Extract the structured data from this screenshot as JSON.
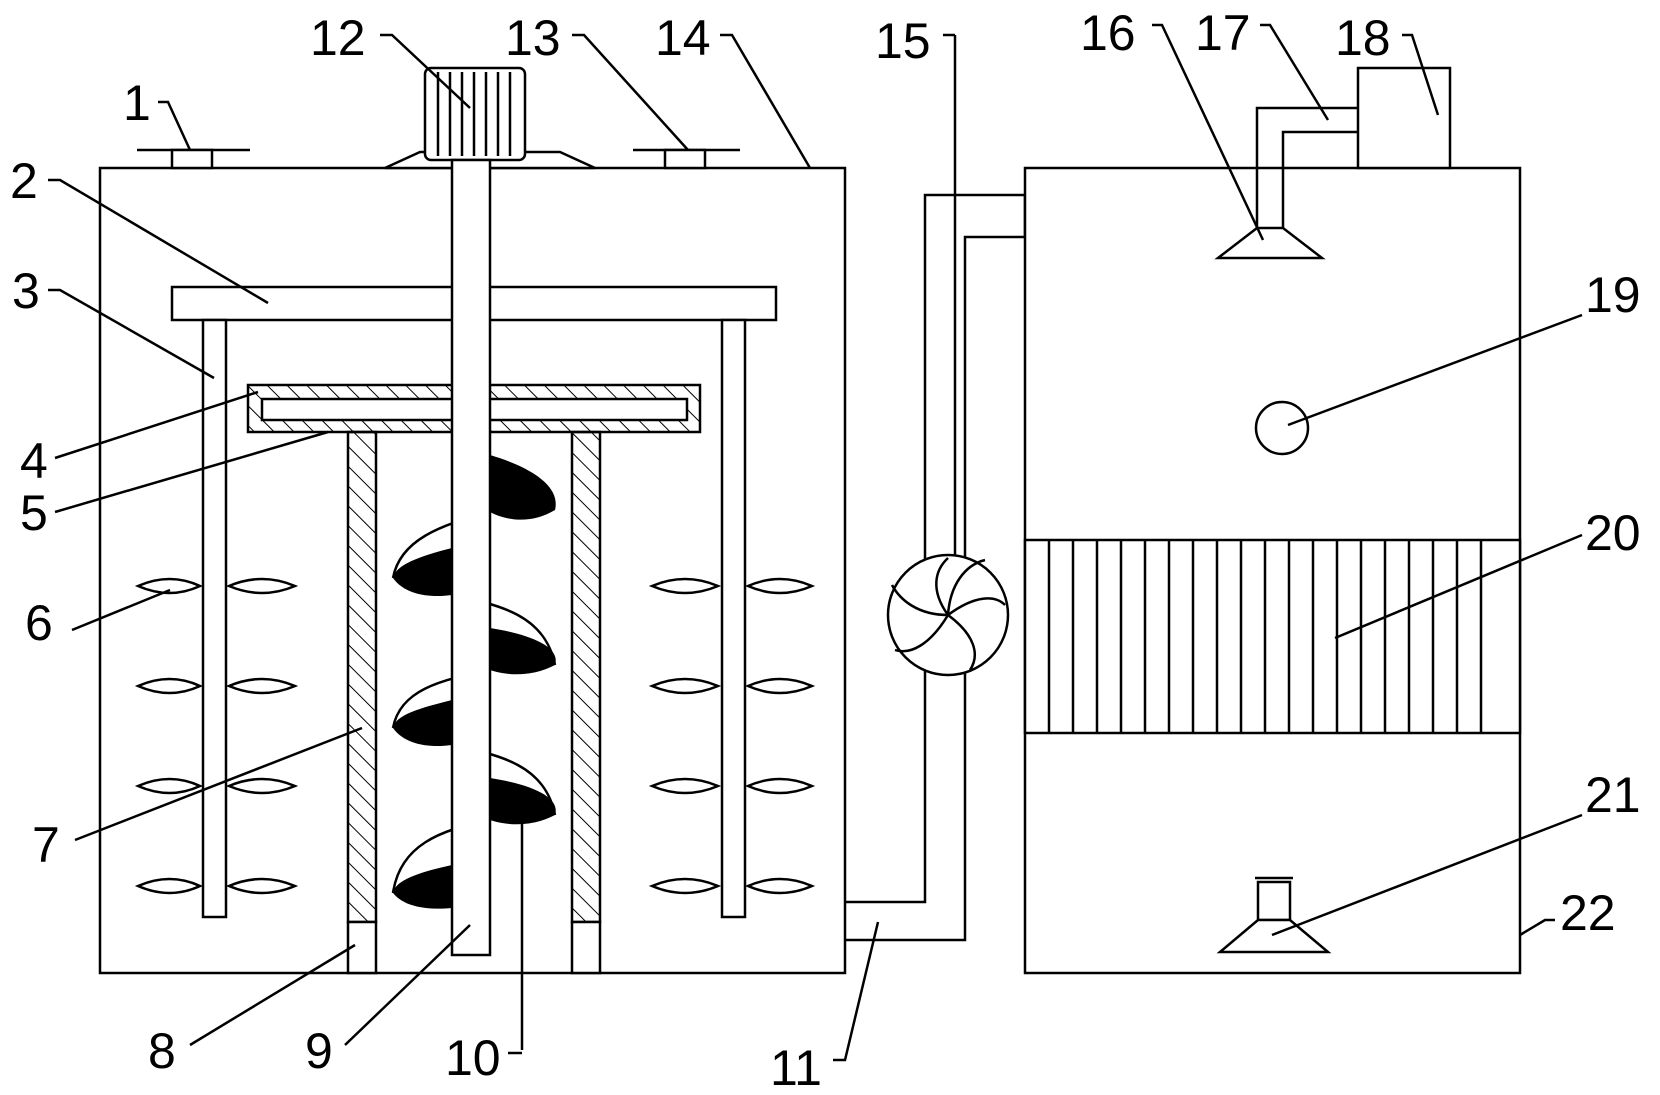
{
  "figure": {
    "labels": [
      {
        "id": "1",
        "text": "1"
      },
      {
        "id": "2",
        "text": "2"
      },
      {
        "id": "3",
        "text": "3"
      },
      {
        "id": "4",
        "text": "4"
      },
      {
        "id": "5",
        "text": "5"
      },
      {
        "id": "6",
        "text": "6"
      },
      {
        "id": "7",
        "text": "7"
      },
      {
        "id": "8",
        "text": "8"
      },
      {
        "id": "9",
        "text": "9"
      },
      {
        "id": "10",
        "text": "10"
      },
      {
        "id": "11",
        "text": "11"
      },
      {
        "id": "12",
        "text": "12"
      },
      {
        "id": "13",
        "text": "13"
      },
      {
        "id": "14",
        "text": "14"
      },
      {
        "id": "15",
        "text": "15"
      },
      {
        "id": "16",
        "text": "16"
      },
      {
        "id": "17",
        "text": "17"
      },
      {
        "id": "18",
        "text": "18"
      },
      {
        "id": "19",
        "text": "19"
      },
      {
        "id": "20",
        "text": "20"
      },
      {
        "id": "21",
        "text": "21"
      },
      {
        "id": "22",
        "text": "22"
      }
    ],
    "stroke_color": "#000000",
    "background_color": "#ffffff"
  }
}
